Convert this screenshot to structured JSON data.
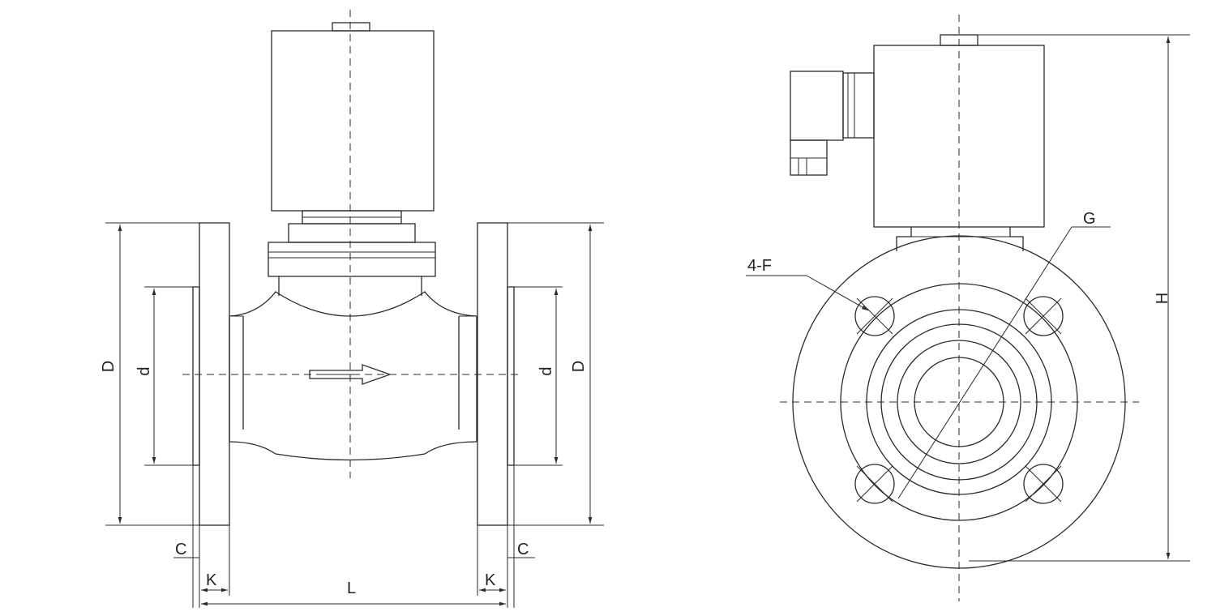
{
  "labels": {
    "front_flange_dia_left": "D",
    "front_bore_left": "d",
    "front_bore_right": "d",
    "front_flange_dia_right": "D",
    "front_c_left": "C",
    "front_c_right": "C",
    "front_k_left": "K",
    "front_k_right": "K",
    "front_length": "L",
    "side_bolt_holes": "4-F",
    "side_bolt_circle": "G",
    "side_height": "H"
  },
  "colors": {
    "line": "#2b2b2b",
    "text": "#222222",
    "background": "#ffffff"
  }
}
